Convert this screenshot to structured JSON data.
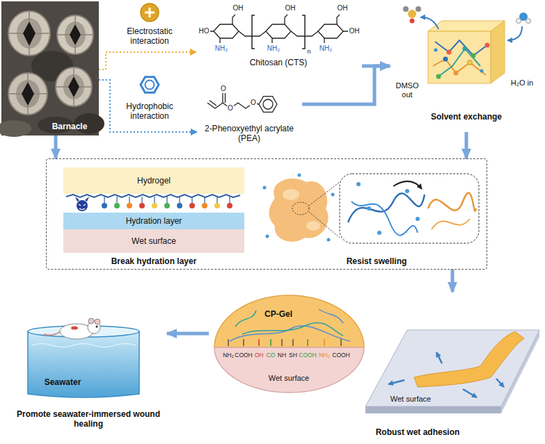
{
  "diagram": {
    "nodes": [
      {
        "text": [
          "Barnacle"
        ]
      },
      {
        "text": [
          "Chitosan (CTS)"
        ]
      },
      {
        "text": [
          "2-Phenoxyethyl acrylate (PEA)"
        ]
      },
      {
        "text": [
          "DMSO out",
          "H₂O in",
          "Solvent exchange"
        ]
      },
      {
        "text": [
          "Break hydration layer",
          "Resist swelling"
        ]
      },
      {
        "text": [
          "Hydrogel"
        ],
        "in": 4
      },
      {
        "text": [
          "Hydration layer"
        ],
        "in": 4
      },
      {
        "text": [
          "Wet surface"
        ],
        "in": 4
      },
      {
        "text": [
          "Robust wet adhesion"
        ]
      },
      {
        "text": [
          "CP-Gel"
        ],
        "in": 8
      },
      {
        "text": [
          "Wet surface"
        ],
        "in": 8
      },
      {
        "text": [
          "Wet surface"
        ],
        "in": 8
      },
      {
        "text": [
          "Seawater",
          "Promote seawater-immersed wound healing"
        ]
      }
    ],
    "edges": [
      {
        "from": 0,
        "to": 1,
        "label": "Electrostatic interaction",
        "arrow": "to"
      },
      {
        "from": 0,
        "to": 2,
        "label": "Hydrophobic interaction",
        "arrow": "to"
      },
      {
        "from": 1,
        "to": 3,
        "arrow": "to"
      },
      {
        "from": 2,
        "to": 3,
        "arrow": "to"
      },
      {
        "from": 0,
        "to": 4,
        "arrow": "to"
      },
      {
        "from": 3,
        "to": 4,
        "arrow": "to"
      },
      {
        "from": 4,
        "to": 8,
        "arrow": "to"
      },
      {
        "from": 8,
        "to": 12,
        "arrow": "to"
      }
    ],
    "labels": [
      "HO",
      "OH",
      "NH₂",
      "OH",
      "NH₂",
      "OH",
      "NH₂",
      "OH",
      "n",
      "O",
      "O",
      "O",
      "NH₂",
      "COOH",
      "OH",
      "CO",
      "NH",
      "SH",
      "COOH",
      "NH₂",
      "COOH"
    ]
  }
}
